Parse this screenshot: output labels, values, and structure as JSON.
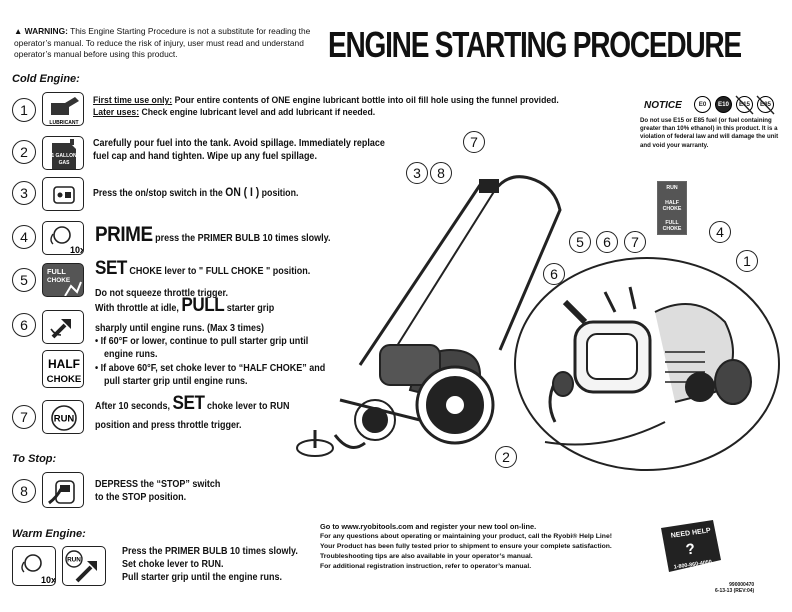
{
  "warning": {
    "label": "WARNING:",
    "text": "This Engine Starting Procedure is not a substitute for reading the operator’s manual. To reduce the risk of injury, user must read and understand operator’s manual before using this product."
  },
  "title": "ENGINE STARTING PROCEDURE",
  "sections": {
    "cold": "Cold Engine:",
    "stop": "To Stop:",
    "warm": "Warm Engine:"
  },
  "steps": {
    "s1": {
      "num": "1",
      "icon_label": "LUBRICANT",
      "line1_a": "First time use only:",
      "line1_b": "Pour entire contents of ONE engine lubricant bottle into oil fill hole  using the funnel provided.",
      "line2_a": "Later uses:",
      "line2_b": "Check engine lubricant level and add lubricant if needed."
    },
    "s2": {
      "num": "2",
      "icon_label": "1 GALLON GAS",
      "line1": "Carefully pour fuel into the tank. Avoid spillage. Immediately replace",
      "line2": "fuel cap and hand tighten. Wipe up any fuel spillage."
    },
    "s3": {
      "num": "3",
      "text_a": "Press the on/stop switch in the ",
      "text_b": "ON ( I )",
      "text_c": " position."
    },
    "s4": {
      "num": "4",
      "icon_label": "10x",
      "big": "PRIME",
      "text": " press the PRIMER BULB 10 times slowly."
    },
    "s5": {
      "num": "5",
      "icon_label": "FULL CHOKE",
      "big": "SET",
      "line1": " CHOKE lever to \" FULL CHOKE \" position.",
      "line2": "Do not squeeze throttle trigger."
    },
    "s6": {
      "num": "6",
      "icon_label": "HALF CHOKE",
      "line1_a": "With throttle at idle, ",
      "big": "PULL",
      "line1_b": " starter grip",
      "line2": "sharply until engine runs. (Max 3 times)",
      "bullet1a": "• If 60°F or lower, continue to pull starter grip until",
      "bullet1b": "engine runs.",
      "bullet2a": "• If above 60°F, set choke lever to “HALF CHOKE” and",
      "bullet2b": "pull starter grip until engine runs."
    },
    "s7": {
      "num": "7",
      "icon_label": "RUN",
      "line1_a": "After 10 seconds, ",
      "big": "SET",
      "line1_b": " choke lever to RUN",
      "line2": "position and press throttle trigger."
    },
    "s8": {
      "num": "8",
      "line1": "DEPRESS the “STOP” switch",
      "line2": "to the STOP position."
    }
  },
  "warm": {
    "icon1_label": "10x",
    "icon2_label": "RUN",
    "line1": "Press the PRIMER BULB 10 times slowly.",
    "line2": "Set choke lever to RUN.",
    "line3": "Pull starter grip until the engine runs."
  },
  "notice": {
    "title": "NOTICE",
    "badges": [
      "E0",
      "E10",
      "E15",
      "E85"
    ],
    "body": "Do not use E15 or E85 fuel (or fuel containing greater than 10% ethanol) in this product. It is a violation of federal law and will damage the unit and void your warranty."
  },
  "choke_panel": [
    "RUN",
    "HALF CHOKE",
    "FULL CHOKE"
  ],
  "callouts": {
    "c7_top": "7",
    "c3": "3",
    "c8": "8",
    "c5": "5",
    "c6a": "6",
    "c7b": "7",
    "c4": "4",
    "c1": "1",
    "c6b": "6",
    "c2": "2"
  },
  "footer": {
    "line1_a": "Go to ",
    "line1_url": "www.ryobitools.com",
    "line1_b": " and register your new tool on-line.",
    "line2": "For any questions about operating or maintaining your product, call the Ryobi® Help Line!",
    "line3": "Your Product has been fully tested prior to shipment to ensure your complete satisfaction.",
    "line4": "Troubleshooting tips are also available in your operator’s manual.",
    "line5": "For additional registration instruction, refer to operator’s manual."
  },
  "help_badge": {
    "top": "NEED HELP",
    "phone": "1-800-860-4050"
  },
  "part": {
    "number": "990000470",
    "date": "6-13-13 (REV:04)"
  }
}
